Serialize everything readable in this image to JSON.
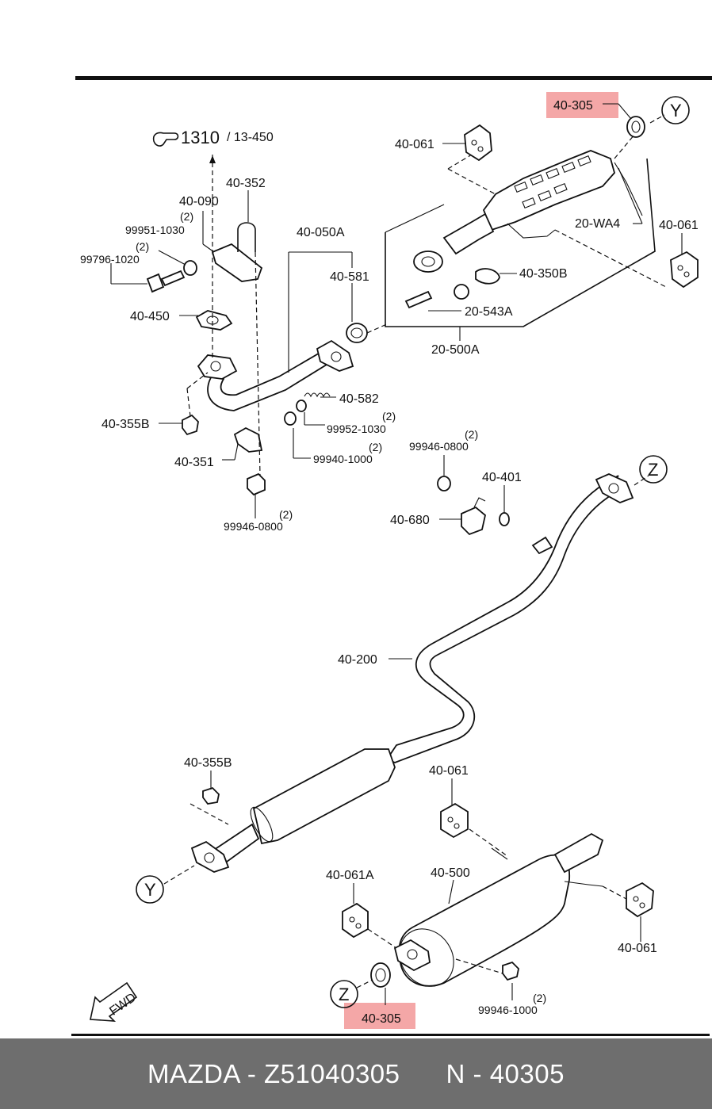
{
  "ref": {
    "main": "1310",
    "sub": "/ 13-450"
  },
  "fwd_label": "FWD",
  "callouts": {
    "y": "Y",
    "z": "Z"
  },
  "labels": {
    "p40_305_top": "40-305",
    "p40_305_bottom": "40-305",
    "p40_061_a": "40-061",
    "p40_061_b": "40-061",
    "p40_061_c": "40-061",
    "p40_061_d": "40-061",
    "p40_061A": "40-061A",
    "p20_WA4": "20-WA4",
    "p40_350B": "40-350B",
    "p20_543A": "20-543A",
    "p20_500A": "20-500A",
    "p40_352": "40-352",
    "p40_090": "40-090",
    "p99951_1030": "99951-1030",
    "p99796_1020": "99796-1020",
    "p40_050A": "40-050A",
    "p40_581": "40-581",
    "p40_450": "40-450",
    "p40_582": "40-582",
    "p99952_1030": "99952-1030",
    "p40_355B_a": "40-355B",
    "p40_355B_b": "40-355B",
    "p40_351": "40-351",
    "p99940_1000": "99940-1000",
    "p99946_0800_a": "99946-0800",
    "p99946_0800_b": "99946-0800",
    "p40_401": "40-401",
    "p40_680": "40-680",
    "p40_200": "40-200",
    "p40_500": "40-500",
    "p99946_1000": "99946-1000"
  },
  "quantities": {
    "q40_090": "(2)",
    "q99951_1030": "(2)",
    "q99952_1030": "(2)",
    "q99940_1000": "(2)",
    "q99946_0800_a": "(2)",
    "q99946_0800_b": "(2)",
    "q99946_1000": "(2)"
  },
  "highlight_color": "#f08a8a",
  "footer": {
    "brand_part": "MAZDA - Z51040305",
    "number": "N - 40305",
    "background": "#6e6e6e"
  }
}
